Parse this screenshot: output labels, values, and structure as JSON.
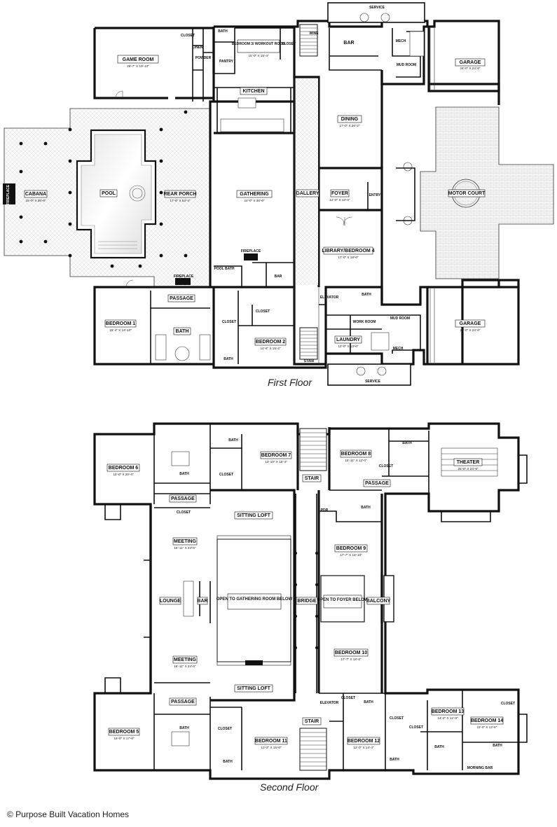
{
  "captions": {
    "first_floor": "First Floor",
    "second_floor": "Second Floor",
    "copyright": "© Purpose Built Vacation Homes"
  },
  "first_floor": {
    "game_room": {
      "name": "GAME ROOM",
      "dims": "26'-7\" X 19'-10\""
    },
    "bedroom3": {
      "name": "BEDROOM 3/ WORKOUT ROOM",
      "dims": "15'-0\" X 15'-4\""
    },
    "closet_a": "CLOSET",
    "bath_a": "BATH",
    "linen": "LINEN",
    "powder": "POWDER",
    "pantry": "PANTRY",
    "closet_b": "CLOSET",
    "wine": "WINE",
    "service_top": "SERVICE",
    "bar": "BAR",
    "mech_top": "MECH",
    "mud_room_top": "MUD ROOM",
    "garage_top": {
      "name": "GARAGE",
      "dims": "24'-0\" X 24'-0\""
    },
    "kitchen": "KITCHEN",
    "dining": {
      "name": "DINING",
      "dims": "17'-0\" X 26'-2\""
    },
    "cabana": {
      "name": "CABANA",
      "dims": "15'-0\" X 36'-0\""
    },
    "fireplace_cabana": "FIREPLACE",
    "pool": "POOL",
    "rear_porch": {
      "name": "REAR PORCH",
      "dims": "17'-0\" X 53'-4\""
    },
    "gathering": {
      "name": "GATHERING",
      "dims": "22'-0\" X 36'-0\""
    },
    "gallery": "GALLERY",
    "foyer": {
      "name": "FOYER",
      "dims": "12'-0\" X 13'-0\""
    },
    "entry": "ENTRY",
    "motor_court": "MOTOR COURT",
    "fireplace_gathering": "FIREPLACE",
    "library": {
      "name": "LIBRARY/BEDROOM 4",
      "dims": "17'-0\" X 18'-0\""
    },
    "pool_bath": "POOL BATH",
    "bar_small": "BAR",
    "fireplace_porch": "FIREPLACE",
    "passage": "PASSAGE",
    "bedroom1": {
      "name": "BEDROOM 1",
      "dims": "15'-4\" X 19'-10\""
    },
    "bath_bed1": "BATH",
    "closet_c": "CLOSET",
    "closet_d": "CLOSET",
    "bedroom2": {
      "name": "BEDROOM 2",
      "dims": "14'-6\" X 15'-2\""
    },
    "bath_bed2": "BATH",
    "elevator": "ELEVATOR",
    "bath_lib": "BATH",
    "work_room": "WORK ROOM",
    "mud_room_bottom": "MUD ROOM",
    "laundry": {
      "name": "LAUNDRY",
      "dims": "12'-0\" X 13'-0\""
    },
    "mech_bottom": "MECH",
    "garage_bottom": {
      "name": "GARAGE",
      "dims": "24'-0\" X 24'-0\""
    },
    "stair": "STAIR",
    "service_bottom": "SERVICE"
  },
  "second_floor": {
    "bedroom6": {
      "name": "BEDROOM 6",
      "dims": "16'-0\" X 20'-4\""
    },
    "bath_b6": "BATH",
    "bath_b7": "BATH",
    "closet_b7": "CLOSET",
    "bedroom7": {
      "name": "BEDROOM 7",
      "dims": "13'-10\" X 15'-4\""
    },
    "stair_top": "STAIR",
    "bedroom8": {
      "name": "BEDROOM 8",
      "dims": "15'-11\" X 12'-0\""
    },
    "bath_b8": "BATH",
    "closet_b8": "CLOSET",
    "theater": {
      "name": "THEATER",
      "dims": "25'-0\" X 24'-8\""
    },
    "passage_top": "PASSAGE",
    "passage_left_top": "PASSAGE",
    "closet_meeting_top": "CLOSET",
    "sitting_loft_top": "SITTING LOFT",
    "pdr": "PDR",
    "bath_b9": "BATH",
    "meeting_top": {
      "name": "MEETING",
      "dims": "16'-11\" X 24'-6\""
    },
    "bedroom9": {
      "name": "BEDROOM 9",
      "dims": "17'-7\" X 16'-10\""
    },
    "lounge": "LOUNGE",
    "bar": "BAR",
    "open_gathering": "OPEN TO GATHERING ROOM BELOW",
    "bridge": "BRIDGE",
    "open_foyer": "OPEN TO FOYER BELOW",
    "balcony": "BALCONY",
    "bedroom10": {
      "name": "BEDROOM 10",
      "dims": "17'-7\" X 18'-8\""
    },
    "meeting_bottom": {
      "name": "MEETING",
      "dims": "16'-11\" X 24'-6\""
    },
    "sitting_loft_bottom": "SITTING LOFT",
    "elevator": "ELEVATOR",
    "closet_b10": "CLOSET",
    "bath_b10": "BATH",
    "bedroom13": {
      "name": "BEDROOM 13",
      "dims": "14'-2\" X 12'-8\""
    },
    "closet_b14": "CLOSET",
    "bedroom14": {
      "name": "BEDROOM 14",
      "dims": "11'-0\" X 13'-8\""
    },
    "passage_bottom": "PASSAGE",
    "bedroom5": {
      "name": "BEDROOM 5",
      "dims": "16'-0\" X 17'-0\""
    },
    "bath_b5": "BATH",
    "closet_b5": "CLOSET",
    "bath_b11": "BATH",
    "bedroom11": {
      "name": "BEDROOM 11",
      "dims": "13'-2\" X 15'-0\""
    },
    "stair_bottom": "STAIR",
    "bedroom12": {
      "name": "BEDROOM 12",
      "dims": "12'-0\" X 14'-4\""
    },
    "closet_b12": "CLOSET",
    "closet_b12b": "CLOSET",
    "bath_b12": "BATH",
    "bath_b13": "BATH",
    "bath_b14": "BATH",
    "morning_bar": "MORNING BAR"
  }
}
